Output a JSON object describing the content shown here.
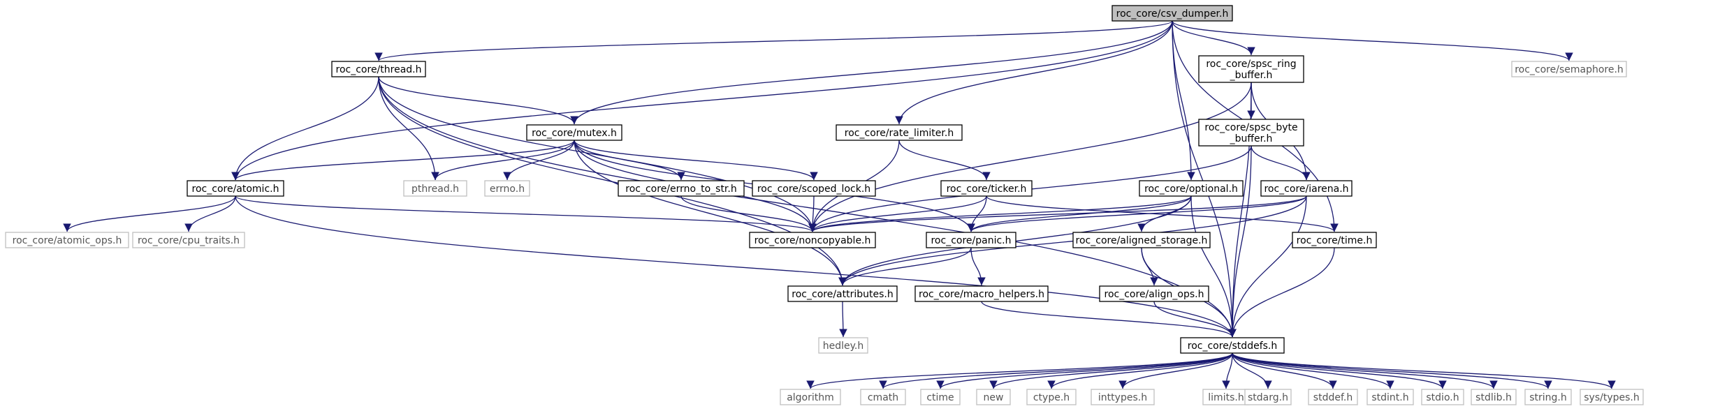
{
  "diagram": {
    "root": "roc_core/csv_dumper.h",
    "nodes": [
      {
        "id": "csv_dumper",
        "label": "roc_core/csv_dumper.h",
        "kind": "root"
      },
      {
        "id": "thread",
        "label": "roc_core/thread.h",
        "kind": "local"
      },
      {
        "id": "spsc_ring",
        "label": "roc_core/spsc_ring\n_buffer.h",
        "kind": "local"
      },
      {
        "id": "semaphore",
        "label": "roc_core/semaphore.h",
        "kind": "external"
      },
      {
        "id": "mutex",
        "label": "roc_core/mutex.h",
        "kind": "local"
      },
      {
        "id": "rate_limiter",
        "label": "roc_core/rate_limiter.h",
        "kind": "local"
      },
      {
        "id": "spsc_byte",
        "label": "roc_core/spsc_byte\n_buffer.h",
        "kind": "local"
      },
      {
        "id": "atomic",
        "label": "roc_core/atomic.h",
        "kind": "local"
      },
      {
        "id": "pthread",
        "label": "pthread.h",
        "kind": "external"
      },
      {
        "id": "errno",
        "label": "errno.h",
        "kind": "external"
      },
      {
        "id": "errno_to_str",
        "label": "roc_core/errno_to_str.h",
        "kind": "local"
      },
      {
        "id": "scoped_lock",
        "label": "roc_core/scoped_lock.h",
        "kind": "local"
      },
      {
        "id": "ticker",
        "label": "roc_core/ticker.h",
        "kind": "local"
      },
      {
        "id": "optional",
        "label": "roc_core/optional.h",
        "kind": "local"
      },
      {
        "id": "iarena",
        "label": "roc_core/iarena.h",
        "kind": "local"
      },
      {
        "id": "atomic_ops",
        "label": "roc_core/atomic_ops.h",
        "kind": "external"
      },
      {
        "id": "cpu_traits",
        "label": "roc_core/cpu_traits.h",
        "kind": "external"
      },
      {
        "id": "noncopyable",
        "label": "roc_core/noncopyable.h",
        "kind": "local"
      },
      {
        "id": "panic",
        "label": "roc_core/panic.h",
        "kind": "local"
      },
      {
        "id": "aligned_storage",
        "label": "roc_core/aligned_storage.h",
        "kind": "local"
      },
      {
        "id": "time",
        "label": "roc_core/time.h",
        "kind": "local"
      },
      {
        "id": "attributes",
        "label": "roc_core/attributes.h",
        "kind": "local"
      },
      {
        "id": "macro_helpers",
        "label": "roc_core/macro_helpers.h",
        "kind": "local"
      },
      {
        "id": "align_ops",
        "label": "roc_core/align_ops.h",
        "kind": "local"
      },
      {
        "id": "hedley",
        "label": "hedley.h",
        "kind": "external"
      },
      {
        "id": "stddefs",
        "label": "roc_core/stddefs.h",
        "kind": "local"
      },
      {
        "id": "algorithm",
        "label": "algorithm",
        "kind": "external"
      },
      {
        "id": "cmath",
        "label": "cmath",
        "kind": "external"
      },
      {
        "id": "ctime",
        "label": "ctime",
        "kind": "external"
      },
      {
        "id": "new",
        "label": "new",
        "kind": "external"
      },
      {
        "id": "ctype",
        "label": "ctype.h",
        "kind": "external"
      },
      {
        "id": "inttypes",
        "label": "inttypes.h",
        "kind": "external"
      },
      {
        "id": "limits",
        "label": "limits.h",
        "kind": "external"
      },
      {
        "id": "stdarg",
        "label": "stdarg.h",
        "kind": "external"
      },
      {
        "id": "stddef",
        "label": "stddef.h",
        "kind": "external"
      },
      {
        "id": "stdint",
        "label": "stdint.h",
        "kind": "external"
      },
      {
        "id": "stdio",
        "label": "stdio.h",
        "kind": "external"
      },
      {
        "id": "stdlib",
        "label": "stdlib.h",
        "kind": "external"
      },
      {
        "id": "string",
        "label": "string.h",
        "kind": "external"
      },
      {
        "id": "systypes",
        "label": "sys/types.h",
        "kind": "external"
      }
    ],
    "edges": [
      [
        "csv_dumper",
        "thread"
      ],
      [
        "csv_dumper",
        "atomic"
      ],
      [
        "csv_dumper",
        "mutex"
      ],
      [
        "csv_dumper",
        "rate_limiter"
      ],
      [
        "csv_dumper",
        "optional"
      ],
      [
        "csv_dumper",
        "spsc_ring"
      ],
      [
        "csv_dumper",
        "time"
      ],
      [
        "csv_dumper",
        "semaphore"
      ],
      [
        "csv_dumper",
        "stddefs"
      ],
      [
        "thread",
        "mutex"
      ],
      [
        "thread",
        "atomic"
      ],
      [
        "thread",
        "pthread"
      ],
      [
        "thread",
        "noncopyable"
      ],
      [
        "thread",
        "attributes"
      ],
      [
        "thread",
        "stddefs"
      ],
      [
        "mutex",
        "atomic"
      ],
      [
        "mutex",
        "pthread"
      ],
      [
        "mutex",
        "errno"
      ],
      [
        "mutex",
        "errno_to_str"
      ],
      [
        "mutex",
        "scoped_lock"
      ],
      [
        "mutex",
        "noncopyable"
      ],
      [
        "mutex",
        "panic"
      ],
      [
        "mutex",
        "attributes"
      ],
      [
        "atomic",
        "atomic_ops"
      ],
      [
        "atomic",
        "cpu_traits"
      ],
      [
        "atomic",
        "noncopyable"
      ],
      [
        "atomic",
        "stddefs"
      ],
      [
        "errno_to_str",
        "noncopyable"
      ],
      [
        "scoped_lock",
        "noncopyable"
      ],
      [
        "rate_limiter",
        "ticker"
      ],
      [
        "rate_limiter",
        "noncopyable"
      ],
      [
        "ticker",
        "time"
      ],
      [
        "ticker",
        "noncopyable"
      ],
      [
        "ticker",
        "panic"
      ],
      [
        "spsc_ring",
        "spsc_byte"
      ],
      [
        "spsc_ring",
        "iarena"
      ],
      [
        "spsc_ring",
        "noncopyable"
      ],
      [
        "spsc_ring",
        "stddefs"
      ],
      [
        "spsc_byte",
        "iarena"
      ],
      [
        "spsc_byte",
        "noncopyable"
      ],
      [
        "spsc_byte",
        "stddefs"
      ],
      [
        "optional",
        "aligned_storage"
      ],
      [
        "optional",
        "noncopyable"
      ],
      [
        "optional",
        "panic"
      ],
      [
        "optional",
        "attributes"
      ],
      [
        "optional",
        "stddefs"
      ],
      [
        "iarena",
        "attributes"
      ],
      [
        "iarena",
        "noncopyable"
      ],
      [
        "iarena",
        "panic"
      ],
      [
        "iarena",
        "stddefs"
      ],
      [
        "panic",
        "attributes"
      ],
      [
        "panic",
        "macro_helpers"
      ],
      [
        "aligned_storage",
        "align_ops"
      ],
      [
        "aligned_storage",
        "stddefs"
      ],
      [
        "align_ops",
        "stddefs"
      ],
      [
        "macro_helpers",
        "stddefs"
      ],
      [
        "time",
        "stddefs"
      ],
      [
        "attributes",
        "hedley"
      ],
      [
        "stddefs",
        "algorithm"
      ],
      [
        "stddefs",
        "cmath"
      ],
      [
        "stddefs",
        "ctime"
      ],
      [
        "stddefs",
        "new"
      ],
      [
        "stddefs",
        "ctype"
      ],
      [
        "stddefs",
        "inttypes"
      ],
      [
        "stddefs",
        "limits"
      ],
      [
        "stddefs",
        "stdarg"
      ],
      [
        "stddefs",
        "stddef"
      ],
      [
        "stddefs",
        "stdint"
      ],
      [
        "stddefs",
        "stdio"
      ],
      [
        "stddefs",
        "stdlib"
      ],
      [
        "stddefs",
        "string"
      ],
      [
        "stddefs",
        "systypes"
      ]
    ]
  }
}
